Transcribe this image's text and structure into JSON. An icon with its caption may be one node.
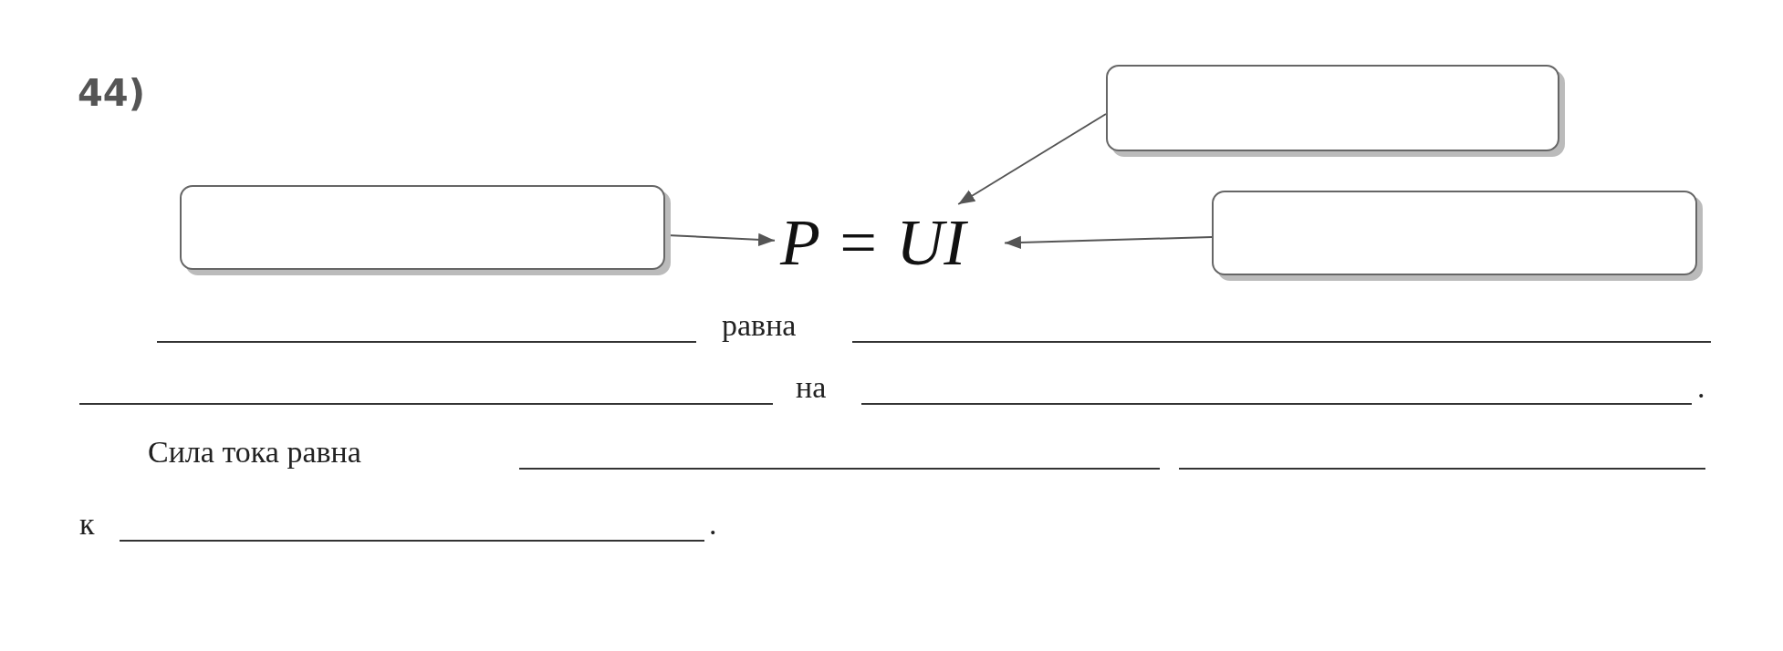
{
  "diagram": {
    "nodes": [
      {
        "text": [],
        "shape": "box"
      },
      {
        "text": [],
        "shape": "box"
      },
      {
        "text": [
          "P = UI"
        ]
      },
      {
        "text": [],
        "shape": "box"
      }
    ],
    "edges": [
      {
        "from": 1,
        "to": 2,
        "arrow": "to"
      },
      {
        "from": 0,
        "to": 2,
        "arrow": "to"
      },
      {
        "from": 3,
        "to": 2,
        "arrow": "to"
      }
    ],
    "labels": [
      "44)",
      "равна",
      "на",
      ".",
      "Сила тока равна",
      "к",
      "."
    ]
  }
}
